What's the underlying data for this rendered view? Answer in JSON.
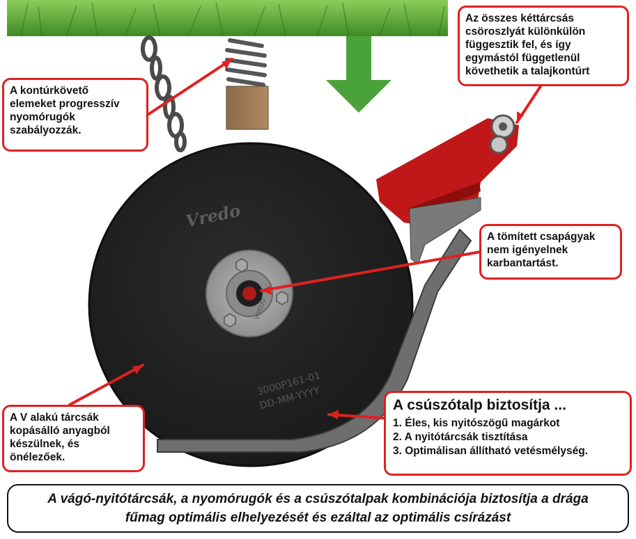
{
  "callouts": {
    "springs": {
      "lines": [
        "A kontúrkövető",
        "elemeket progresszív",
        "nyomórugók",
        "szabályozzák."
      ]
    },
    "independent": {
      "lines": [
        "Az összes kéttárcsás",
        "csöroszlyát különkülön",
        "függesztik fel, és így",
        "egymástól függetlenül",
        "követhetik a talajkontúrt"
      ]
    },
    "bearings": {
      "lines": [
        "A tömített csapágyak",
        "nem igényelnek",
        "karbantartást."
      ]
    },
    "discs": {
      "lines": [
        "A V alakú tárcsák",
        "kopásálló anyagból",
        "készülnek, és",
        "önélezőek."
      ]
    },
    "skid": {
      "title": "A csúszótalp biztosítja ...",
      "items": [
        "1. Éles, kis nyitószögű magárkot",
        "2. A nyitótárcsák tisztítása",
        "3. Optimálisan állítható vetésmélység."
      ]
    }
  },
  "banner": {
    "line1": "A vágó-nyitótárcsák,  a nyomórugók és a csúszótalpak kombinációja biztosítja a drága",
    "line2": "fűmag optimális elhelyezését és ezáltal az optimális csírázást"
  },
  "disc_markings": {
    "brand": "Vredo",
    "hub_brand": "VREDO",
    "part_number": "3000P161-01",
    "date_code": "DD-MM-YYYY"
  },
  "colors": {
    "callout_border": "#e02020",
    "arrow_green": "#4aa33a",
    "disc": "#232323",
    "bracket": "#c01818",
    "skid": "#6e6e6e",
    "grass": "#5fa23c"
  },
  "icons": [
    "down-arrow-icon",
    "chain-icon",
    "spring-icon"
  ]
}
